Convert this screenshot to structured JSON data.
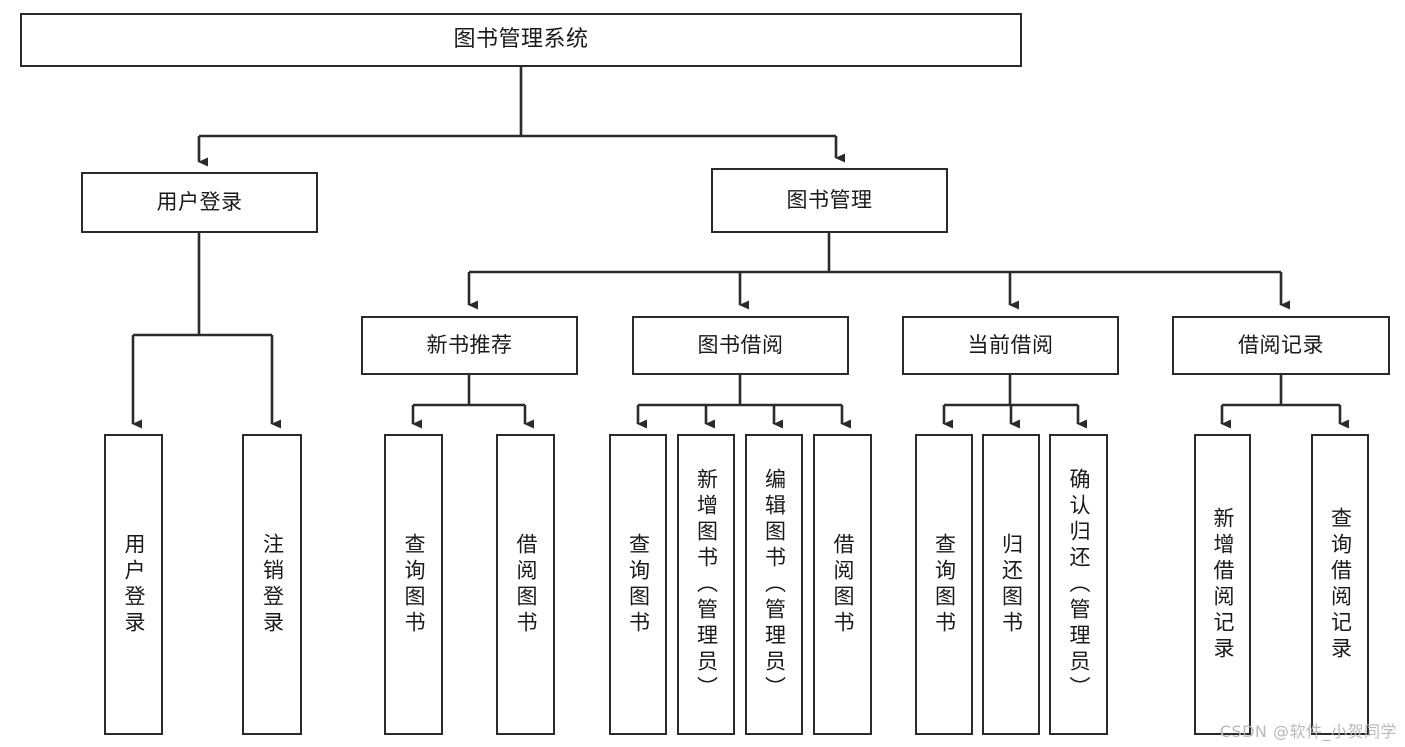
{
  "diagram": {
    "title": "图书管理系统",
    "type": "tree",
    "colors": {
      "border": "#2b2b2b",
      "fill": "#ffffff",
      "text": "#1a1a1a",
      "edge": "#2b2b2b",
      "watermark": "#b9b9b9"
    },
    "watermark": "CSDN @软件_小贺同学"
  },
  "nodes": {
    "root": {
      "label": "图书管理系统"
    },
    "level2": [
      {
        "id": "user-login",
        "label": "用户登录"
      },
      {
        "id": "book-manage",
        "label": "图书管理"
      }
    ],
    "level3": [
      {
        "id": "new-book-recommend",
        "label": "新书推荐"
      },
      {
        "id": "book-borrow",
        "label": "图书借阅"
      },
      {
        "id": "current-borrow",
        "label": "当前借阅"
      },
      {
        "id": "borrow-record",
        "label": "借阅记录"
      }
    ],
    "leaves": {
      "user-login": [
        {
          "id": "leaf-user-login",
          "label": "用户登录"
        },
        {
          "id": "leaf-logout",
          "label": "注销登录"
        }
      ],
      "new-book-recommend": [
        {
          "id": "leaf-query-book-1",
          "label": "查询图书"
        },
        {
          "id": "leaf-borrow-book-1",
          "label": "借阅图书"
        }
      ],
      "book-borrow": [
        {
          "id": "leaf-query-book-2",
          "label": "查询图书"
        },
        {
          "id": "leaf-add-book",
          "label": "新增图书（管理员）"
        },
        {
          "id": "leaf-edit-book",
          "label": "编辑图书（管理员）"
        },
        {
          "id": "leaf-borrow-book-2",
          "label": "借阅图书"
        }
      ],
      "current-borrow": [
        {
          "id": "leaf-query-book-3",
          "label": "查询图书"
        },
        {
          "id": "leaf-return-book",
          "label": "归还图书"
        },
        {
          "id": "leaf-confirm-return",
          "label": "确认归还（管理员）"
        }
      ],
      "borrow-record": [
        {
          "id": "leaf-add-record",
          "label": "新增借阅记录"
        },
        {
          "id": "leaf-query-record",
          "label": "查询借阅记录"
        }
      ]
    }
  }
}
